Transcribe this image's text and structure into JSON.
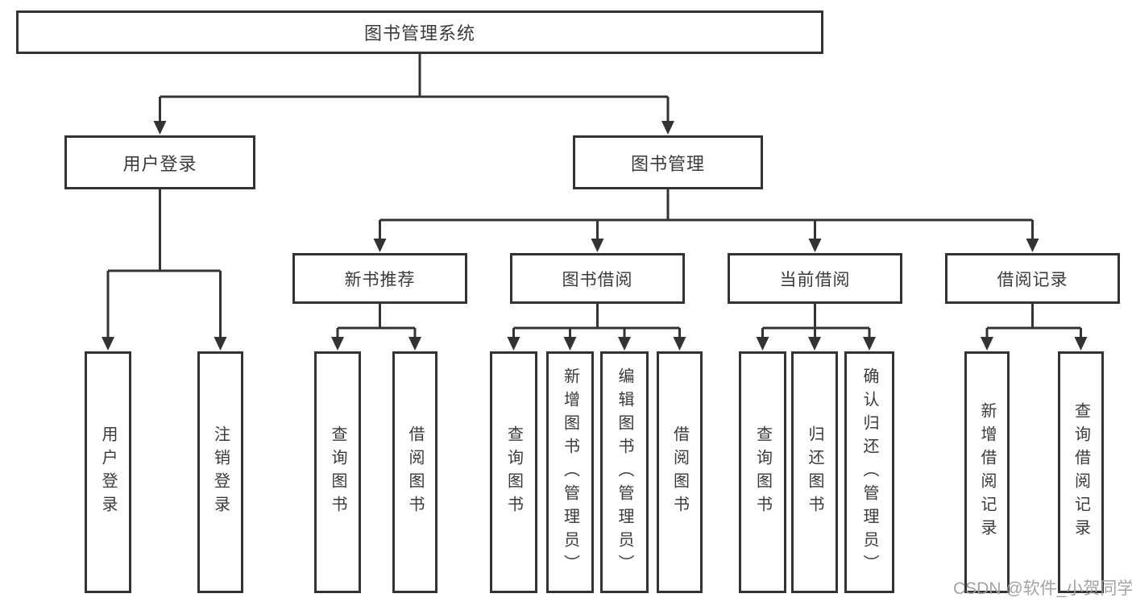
{
  "tree": {
    "root": {
      "label": "图书管理系统"
    },
    "branches": [
      {
        "label": "用户登录",
        "leaves": [
          {
            "label": "用户登录"
          },
          {
            "label": "注销登录"
          }
        ]
      },
      {
        "label": "图书管理",
        "groups": [
          {
            "label": "新书推荐",
            "leaves": [
              {
                "label": "查询图书"
              },
              {
                "label": "借阅图书"
              }
            ]
          },
          {
            "label": "图书借阅",
            "leaves": [
              {
                "label": "查询图书"
              },
              {
                "label": "新增图书（管理员）"
              },
              {
                "label": "编辑图书（管理员）"
              },
              {
                "label": "借阅图书"
              }
            ]
          },
          {
            "label": "当前借阅",
            "leaves": [
              {
                "label": "查询图书"
              },
              {
                "label": "归还图书"
              },
              {
                "label": "确认归还（管理员）"
              }
            ]
          },
          {
            "label": "借阅记录",
            "leaves": [
              {
                "label": "新增借阅记录"
              },
              {
                "label": "查询借阅记录"
              }
            ]
          }
        ]
      }
    ]
  },
  "watermark": {
    "text": "CSDN @软件_小贺同学"
  },
  "colors": {
    "line": "#333333",
    "box_border": "#333333",
    "background": "#ffffff",
    "text": "#3a3a3a",
    "watermark": "#9e9e9e"
  }
}
